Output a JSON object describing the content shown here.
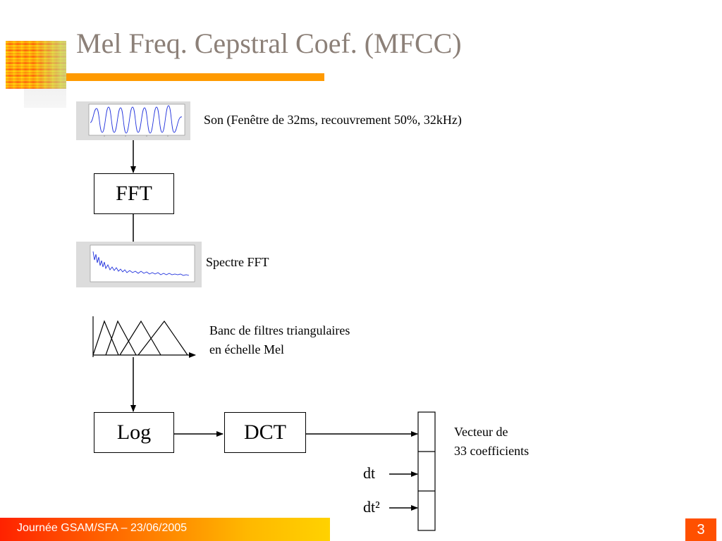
{
  "slide": {
    "title": "Mel Freq. Cepstral Coef. (MFCC)"
  },
  "diagram": {
    "son_label": "Son (Fenêtre de 32ms, recouvrement 50%, 32kHz)",
    "fft_box": "FFT",
    "spectre_label": "Spectre FFT",
    "banc_line1": "Banc de filtres triangulaires",
    "banc_line2": "en échelle Mel",
    "log_box": "Log",
    "dct_box": "DCT",
    "vecteur_line1": "Vecteur de",
    "vecteur_line2": "33 coefficients",
    "dt_label": "dt",
    "dt2_label": "dt²"
  },
  "footer": {
    "text": "Journée GSAM/SFA – 23/06/2005",
    "page_number": "3"
  },
  "colors": {
    "title": "#8c8078",
    "accent_bar": "#ff9a00",
    "footer_orange": "#ff5000",
    "plot_line": "#2233dd"
  }
}
